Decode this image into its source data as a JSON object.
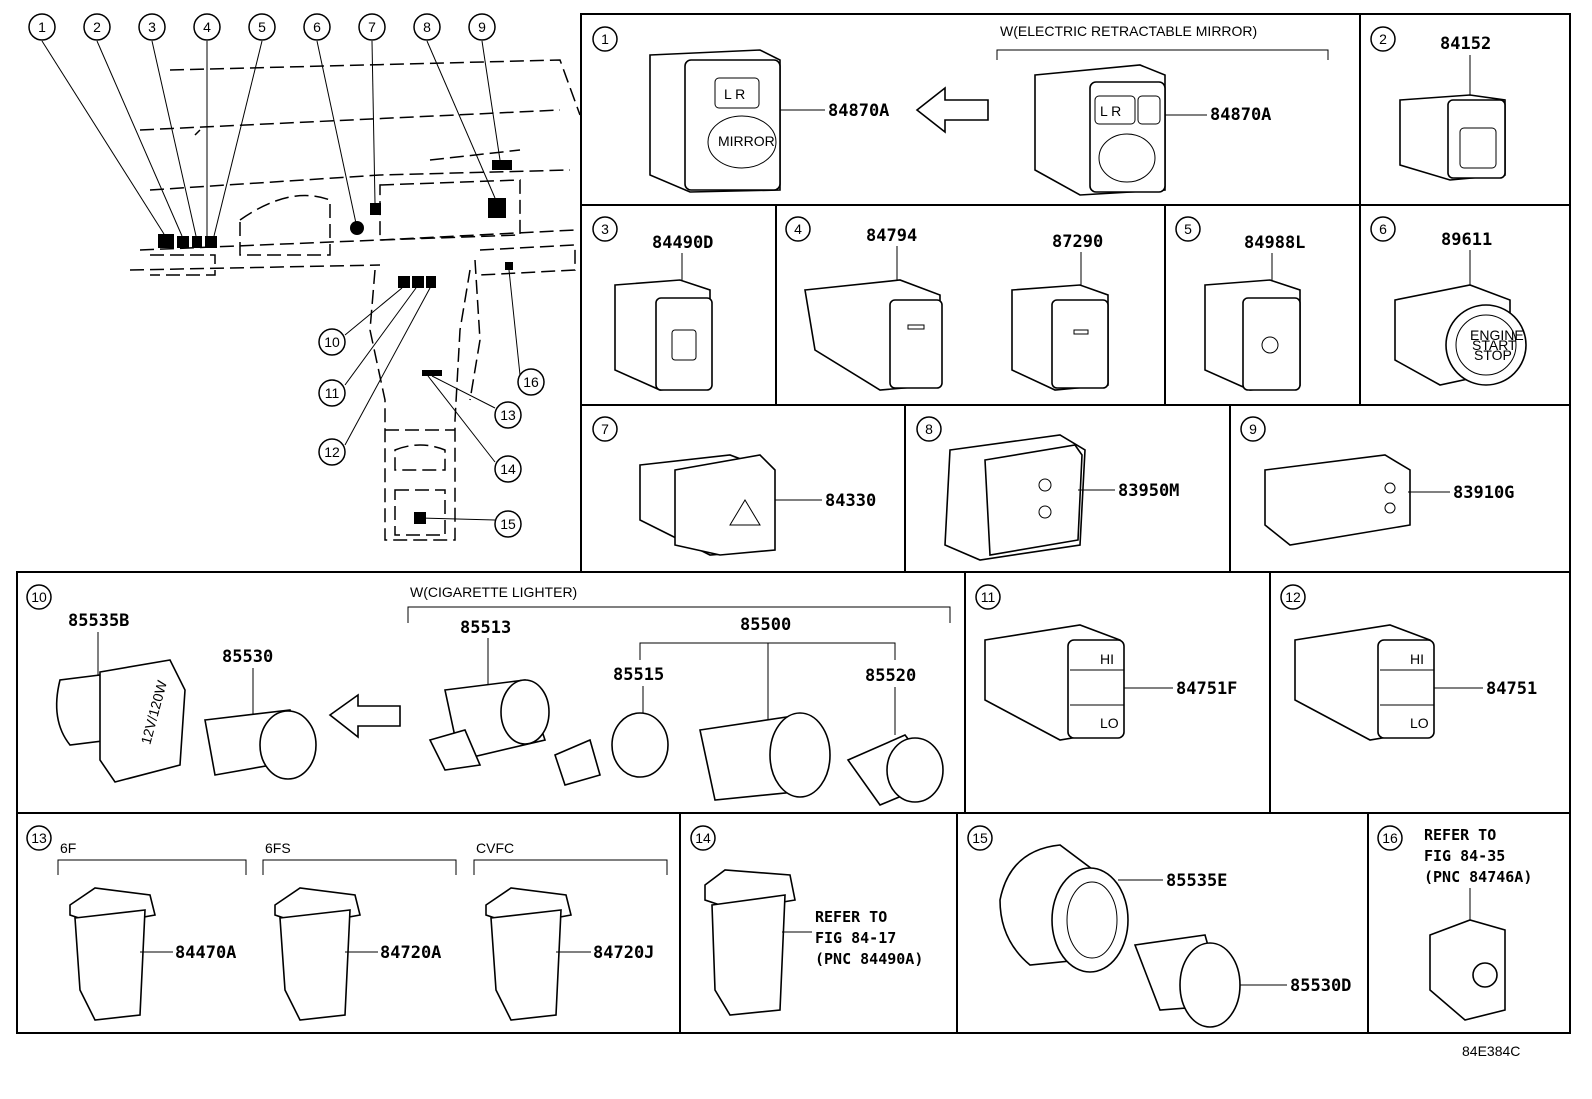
{
  "diagram_code": "84E384C",
  "overview": {
    "callouts": [
      "1",
      "2",
      "3",
      "4",
      "5",
      "6",
      "7",
      "8",
      "9",
      "10",
      "11",
      "12",
      "13",
      "14",
      "15",
      "16"
    ]
  },
  "panels": {
    "p1": {
      "num": "1",
      "variant": "W(ELECTRIC RETRACTABLE MIRROR)",
      "part_left": "84870A",
      "part_right": "84870A"
    },
    "p2": {
      "num": "2",
      "part": "84152"
    },
    "p3": {
      "num": "3",
      "part": "84490D"
    },
    "p4": {
      "num": "4",
      "part_a": "84794",
      "part_b": "87290"
    },
    "p5": {
      "num": "5",
      "part": "84988L"
    },
    "p6": {
      "num": "6",
      "part": "89611"
    },
    "p7": {
      "num": "7",
      "part": "84330"
    },
    "p8": {
      "num": "8",
      "part": "83950M"
    },
    "p9": {
      "num": "9",
      "part": "83910G"
    },
    "p10": {
      "num": "10",
      "variant": "W(CIGARETTE LIGHTER)",
      "part_a": "85535B",
      "part_b": "85530",
      "part_c": "85513",
      "part_d": "85500",
      "part_e": "85515",
      "part_f": "85520"
    },
    "p11": {
      "num": "11",
      "part": "84751F"
    },
    "p12": {
      "num": "12",
      "part": "84751"
    },
    "p13": {
      "num": "13",
      "v1": "6F",
      "v2": "6FS",
      "v3": "CVFC",
      "part_a": "84470A",
      "part_b": "84720A",
      "part_c": "84720J"
    },
    "p14": {
      "num": "14",
      "ref1": "REFER TO",
      "ref2": "FIG 84-17",
      "ref3": "(PNC 84490A)"
    },
    "p15": {
      "num": "15",
      "part_a": "85535E",
      "part_b": "85530D"
    },
    "p16": {
      "num": "16",
      "ref1": "REFER TO",
      "ref2": "FIG 84-35",
      "ref3": "(PNC 84746A)"
    }
  }
}
